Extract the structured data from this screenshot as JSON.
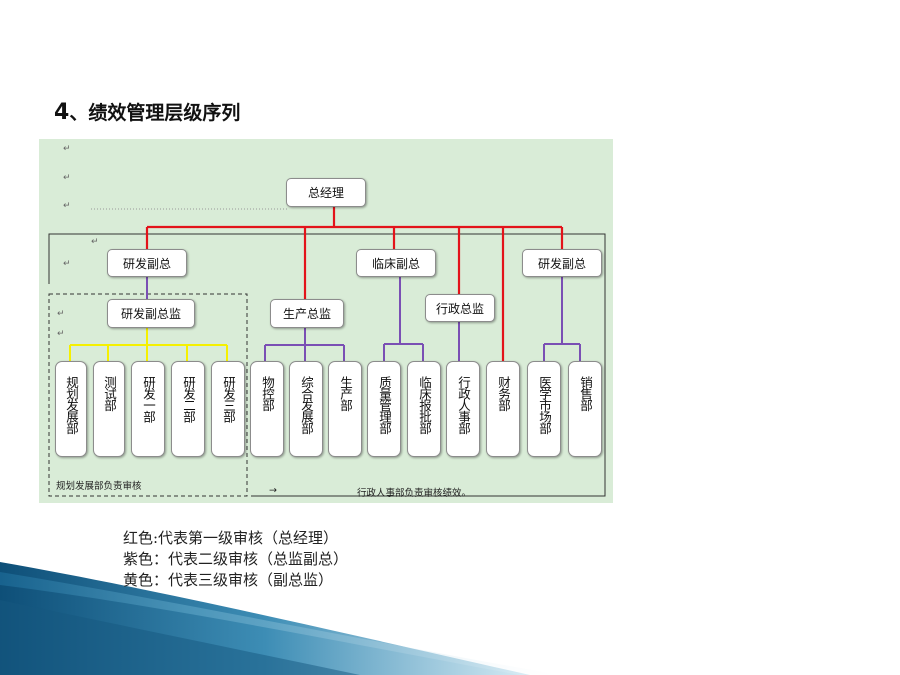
{
  "title": {
    "number": "4",
    "separator": "、",
    "text": "绩效管理层级序列"
  },
  "chart": {
    "top": "总经理",
    "vps": [
      "研发副总",
      "临床副总",
      "研发副总"
    ],
    "directors": [
      "研发副总监",
      "生产总监",
      "行政总监"
    ],
    "departments": [
      "规划发展部",
      "测试部",
      "研发一部",
      "研发二部",
      "研发三部",
      "物控部",
      "综合发展部",
      "生产部",
      "质量管理部",
      "临床报批部",
      "行政人事部",
      "财务部",
      "医学市场部",
      "销售部"
    ],
    "note_left": "规划发展部负责审核",
    "note_right": "行政人事部负责审核绩效。",
    "colors": {
      "red": "#e3131a",
      "purple": "#7a4fb4",
      "yellow": "#f5f000",
      "background": "#d9ecd7"
    }
  },
  "legend": [
    "红色:代表第一级审核（总经理）",
    "紫色：代表二级审核（总监副总）",
    "黄色：代表三级审核（副总监）"
  ]
}
